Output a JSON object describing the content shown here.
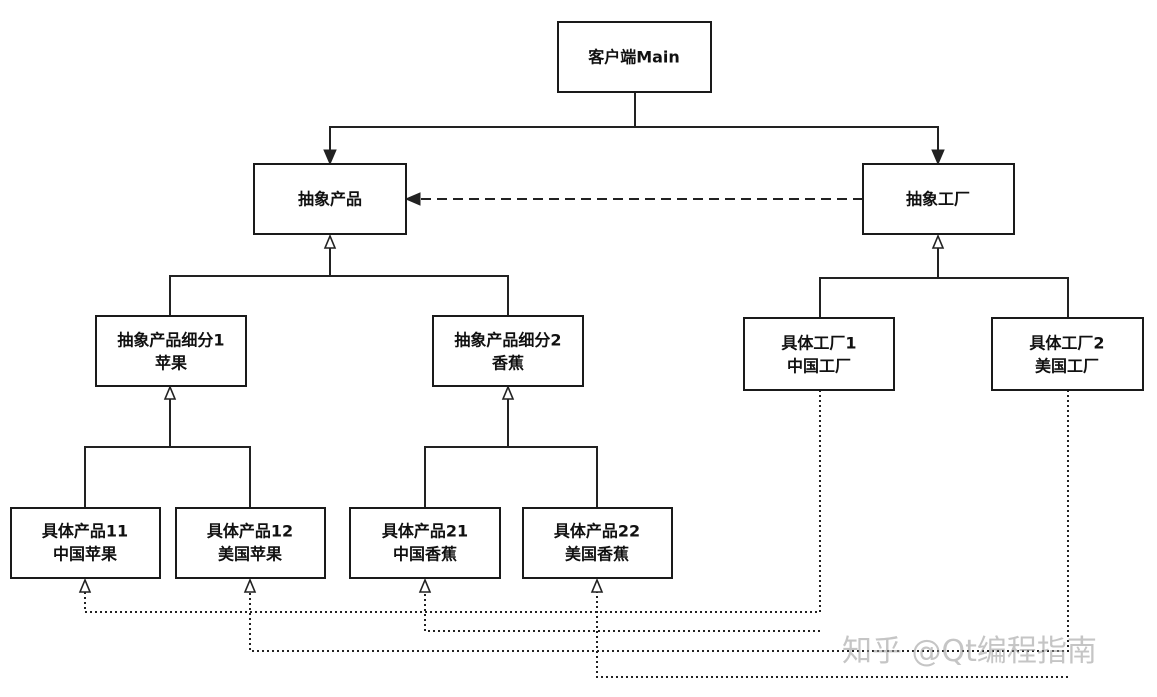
{
  "nodes": {
    "client": [
      "客户端Main"
    ],
    "abstract_product": [
      "抽象产品"
    ],
    "abstract_factory": [
      "抽象工厂"
    ],
    "sub1": [
      "抽象产品细分1",
      "苹果"
    ],
    "sub2": [
      "抽象产品细分2",
      "香蕉"
    ],
    "factory1": [
      "具体工厂1",
      "中国工厂"
    ],
    "factory2": [
      "具体工厂2",
      "美国工厂"
    ],
    "p11": [
      "具体产品11",
      "中国苹果"
    ],
    "p12": [
      "具体产品12",
      "美国苹果"
    ],
    "p21": [
      "具体产品21",
      "中国香蕉"
    ],
    "p22": [
      "具体产品22",
      "美国香蕉"
    ]
  },
  "watermark": "知乎 @Qt编程指南"
}
